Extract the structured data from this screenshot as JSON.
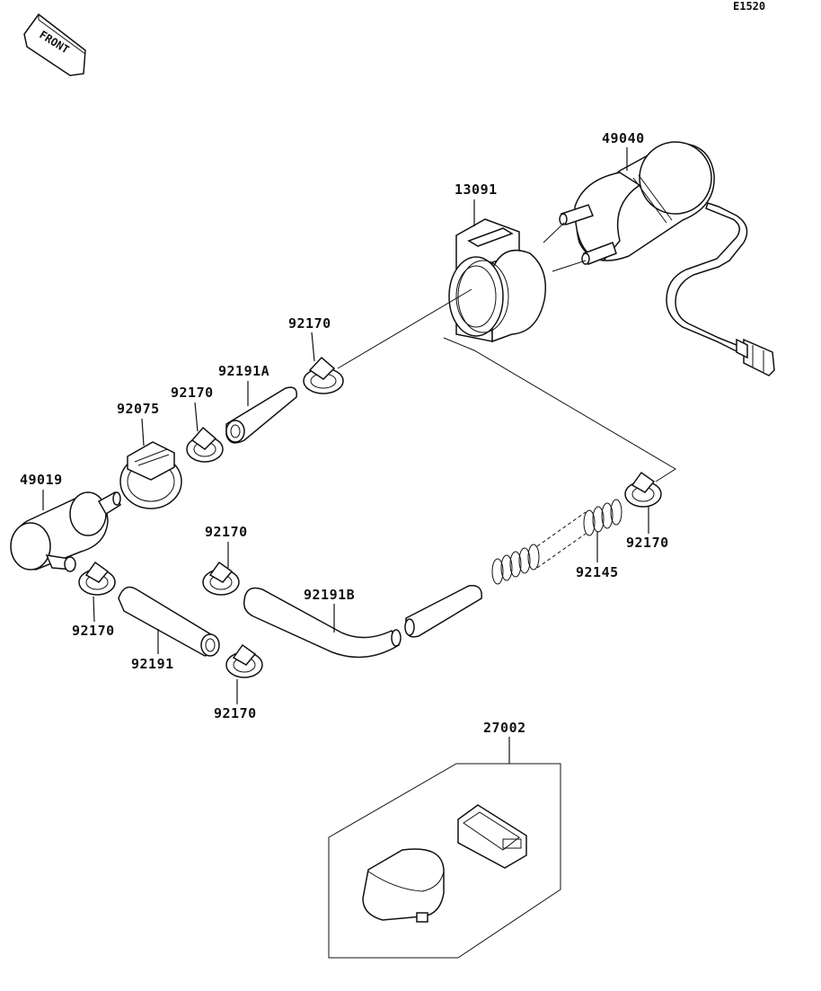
{
  "diagram_code": "E1520",
  "front_marker": "FRONT",
  "part_labels": {
    "p49040": "49040",
    "p13091": "13091",
    "p92170_a": "92170",
    "p92191A": "92191A",
    "p92170_b": "92170",
    "p92075": "92075",
    "p49019": "49019",
    "p92170_c": "92170",
    "p92170_d": "92170",
    "p92191B": "92191B",
    "p92170_e": "92170",
    "p92145": "92145",
    "p92191": "92191",
    "p92170_f": "92170",
    "p27002": "27002"
  }
}
